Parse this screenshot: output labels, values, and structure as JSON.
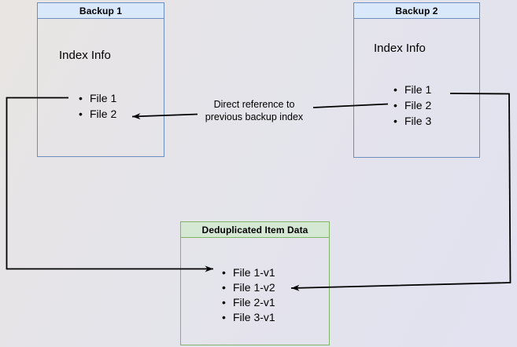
{
  "diagram": {
    "nodes": {
      "backup1": {
        "title": "Backup 1",
        "subtitle": "Index Info",
        "items": [
          "File 1",
          "File 2"
        ],
        "header_fill": "#dae8fc",
        "stroke": "#6c8ebf"
      },
      "backup2": {
        "title": "Backup 2",
        "subtitle": "Index Info",
        "items": [
          "File 1",
          "File 2",
          "File 3"
        ],
        "header_fill": "#dae8fc",
        "stroke": "#6c8ebf"
      },
      "dedup": {
        "title": "Deduplicated Item Data",
        "items": [
          "File 1-v1",
          "File 1-v2",
          "File 2-v1",
          "File 3-v1"
        ],
        "header_fill": "#d5e8d4",
        "stroke": "#82b366"
      }
    },
    "edges": [
      {
        "from": "backup1:File 1",
        "to": "dedup:File 1-v1",
        "label": ""
      },
      {
        "from": "backup2:File 2",
        "to": "backup1:File 2",
        "label": "Direct reference to previous backup index"
      },
      {
        "from": "backup2:File 1",
        "to": "dedup:File 1-v2",
        "label": ""
      }
    ],
    "edge_label": {
      "line1": "Direct reference to",
      "line2": "previous backup index"
    },
    "colors": {
      "line": "#000000",
      "canvas_top_left": "#e8e5e2",
      "canvas_bottom_right": "#e2e2f0"
    }
  }
}
